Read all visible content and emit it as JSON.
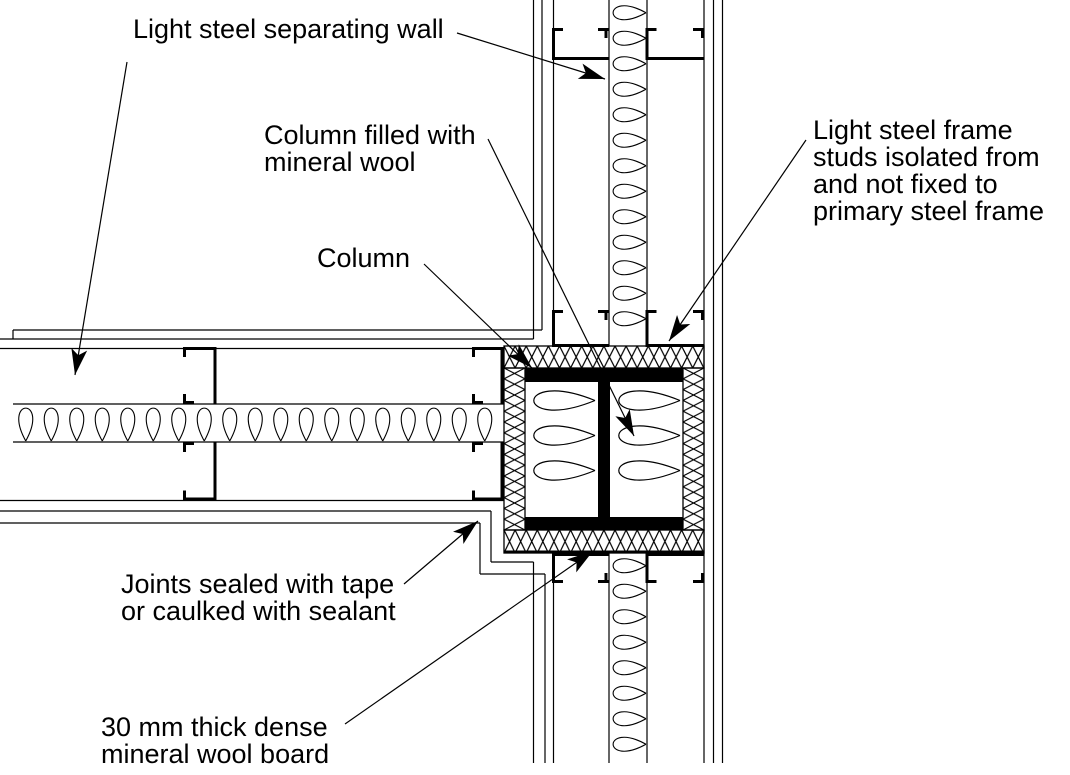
{
  "drawing": {
    "background_color": "#ffffff",
    "ink_color": "#000000",
    "labels": {
      "separating_wall": "Light steel separating wall",
      "column_filled": "Column filled with\nmineral wool",
      "column": "Column",
      "studs_isolated": "Light steel frame\nstuds isolated from\nand not fixed to\nprimary steel frame",
      "joints_sealed": "Joints sealed with tape\nor caulked with sealant",
      "mineral_board": "30 mm thick dense\nmineral wool board"
    }
  }
}
